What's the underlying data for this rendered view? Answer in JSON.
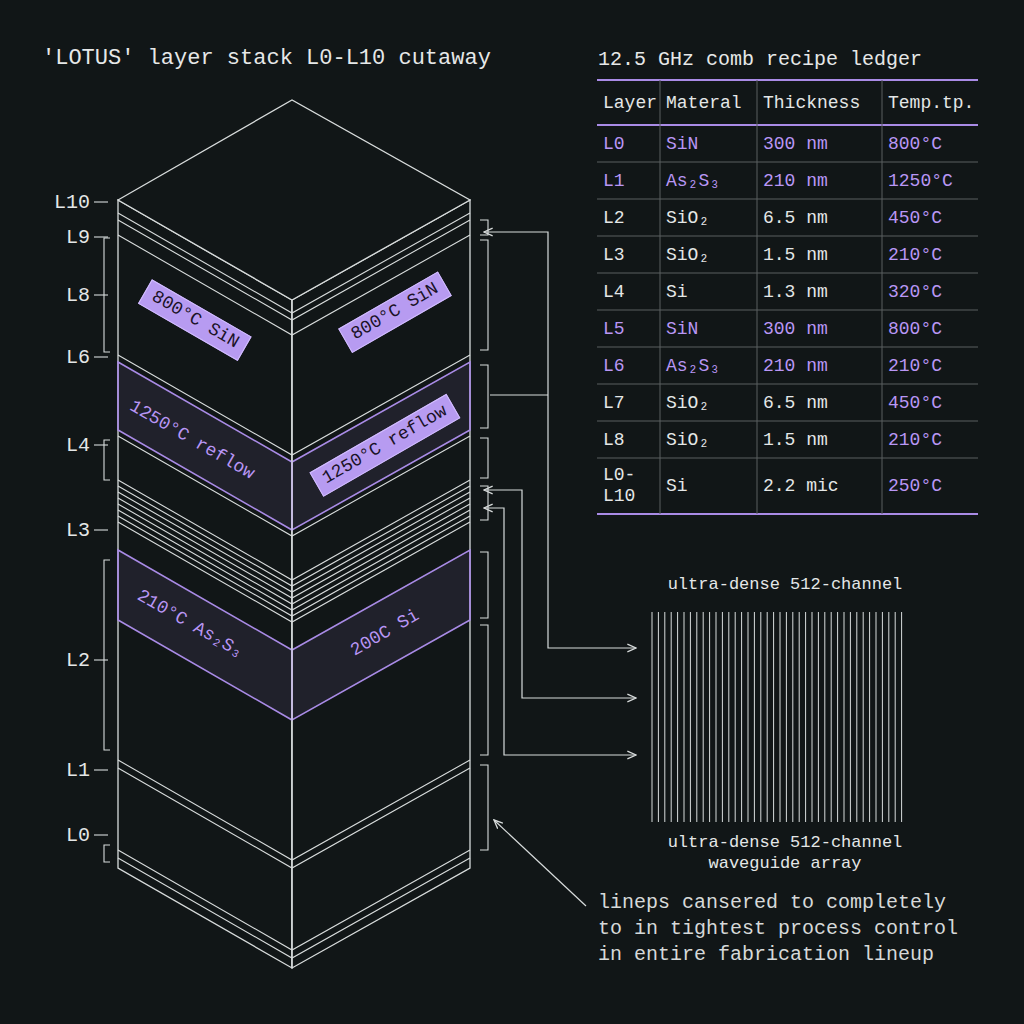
{
  "diagram": {
    "title": "'LOTUS' layer stack L0-L10 cutaway",
    "nodes": [
      {
        "text": [
          "800°C SiN"
        ]
      },
      {
        "text": [
          "800°C SiN"
        ]
      },
      {
        "text": [
          "1250°C reflow"
        ]
      },
      {
        "text": [
          "ultra-dense 512-channel",
          "ultra-dense 512-channel waveguide array"
        ]
      }
    ],
    "labels": [
      "L10",
      "L9",
      "L8",
      "L6",
      "L4",
      "L3",
      "L2",
      "L1",
      "L0",
      "1250°C reflow",
      "210°C As₂S₃",
      "200C Si",
      "12.5 GHz comb recipe ledger",
      "Layer",
      "Materal",
      "Thickness",
      "Temp.tp.",
      "L0",
      "SiN",
      "300 nm",
      "800°C",
      "L1",
      "As₂S₃",
      "210 nm",
      "1250°C",
      "L2",
      "SiO₂",
      "6.5 nm",
      "450°C",
      "L3",
      "SiO₂",
      "1.5 nm",
      "210°C",
      "L4",
      "Si",
      "1.3 nm",
      "320°C",
      "L5",
      "SiN",
      "300 nm",
      "800°C",
      "L6",
      "As₂S₃",
      "210 nm",
      "210°C",
      "L7",
      "SiO₂",
      "6.5 nm",
      "450°C",
      "L8",
      "SiO₂",
      "1.5 nm",
      "210°C",
      "L0-L10",
      "Si",
      "2.2 mic",
      "250°C",
      "lineps cansered to completely to in tightest process control in entire fabrication lineup"
    ]
  }
}
